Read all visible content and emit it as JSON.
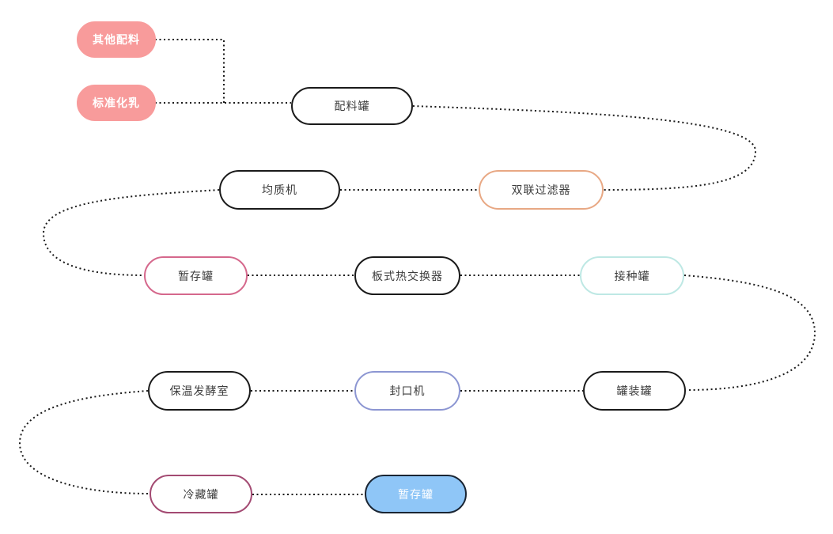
{
  "diagram": {
    "type": "process-flowchart",
    "line_color": "#1a1a1a",
    "line_style": "dotted",
    "nodes": [
      {
        "id": "other-ingredients",
        "label": "其他配料",
        "fill": "#F89B9B",
        "border": "#F89B9B",
        "text_color": "#ffffff",
        "bold": true
      },
      {
        "id": "standardized-milk",
        "label": "标准化乳",
        "fill": "#F89B9B",
        "border": "#F89B9B",
        "text_color": "#ffffff",
        "bold": true
      },
      {
        "id": "batching-tank",
        "label": "配料罐",
        "fill": "#ffffff",
        "border": "#1A1A1A",
        "text_color": "#3D3D3D",
        "bold": false
      },
      {
        "id": "homogenizer",
        "label": "均质机",
        "fill": "#ffffff",
        "border": "#1A1A1A",
        "text_color": "#3D3D3D",
        "bold": false
      },
      {
        "id": "duplex-filter",
        "label": "双联过滤器",
        "fill": "#ffffff",
        "border": "#E8A884",
        "text_color": "#3D3D3D",
        "bold": false
      },
      {
        "id": "buffer-tank-1",
        "label": "暂存罐",
        "fill": "#ffffff",
        "border": "#D5688C",
        "text_color": "#3D3D3D",
        "bold": false
      },
      {
        "id": "plate-heat-exchanger",
        "label": "板式热交换器",
        "fill": "#ffffff",
        "border": "#1A1A1A",
        "text_color": "#3D3D3D",
        "bold": false
      },
      {
        "id": "inoculation-tank",
        "label": "接种罐",
        "fill": "#ffffff",
        "border": "#BEE8E4",
        "text_color": "#3D3D3D",
        "bold": false
      },
      {
        "id": "fermentation-room",
        "label": "保温发酵室",
        "fill": "#ffffff",
        "border": "#1A1A1A",
        "text_color": "#3D3D3D",
        "bold": false
      },
      {
        "id": "sealing-machine",
        "label": "封口机",
        "fill": "#ffffff",
        "border": "#8C96D2",
        "text_color": "#3D3D3D",
        "bold": false
      },
      {
        "id": "filling-tank",
        "label": "罐装罐",
        "fill": "#ffffff",
        "border": "#1A1A1A",
        "text_color": "#3D3D3D",
        "bold": false
      },
      {
        "id": "cold-storage-tank",
        "label": "冷藏罐",
        "fill": "#ffffff",
        "border": "#A34A72",
        "text_color": "#3D3D3D",
        "bold": false
      },
      {
        "id": "buffer-tank-2",
        "label": "暂存罐",
        "fill": "#8FC6F7",
        "border": "#1A2533",
        "text_color": "#ffffff",
        "bold": false
      }
    ],
    "connections": [
      {
        "from": "other-ingredients",
        "to": "batching-tank"
      },
      {
        "from": "standardized-milk",
        "to": "batching-tank"
      },
      {
        "from": "batching-tank",
        "to": "duplex-filter"
      },
      {
        "from": "duplex-filter",
        "to": "homogenizer"
      },
      {
        "from": "homogenizer",
        "to": "buffer-tank-1"
      },
      {
        "from": "buffer-tank-1",
        "to": "plate-heat-exchanger"
      },
      {
        "from": "plate-heat-exchanger",
        "to": "inoculation-tank"
      },
      {
        "from": "inoculation-tank",
        "to": "filling-tank"
      },
      {
        "from": "filling-tank",
        "to": "sealing-machine"
      },
      {
        "from": "sealing-machine",
        "to": "fermentation-room"
      },
      {
        "from": "fermentation-room",
        "to": "cold-storage-tank"
      },
      {
        "from": "cold-storage-tank",
        "to": "buffer-tank-2"
      }
    ]
  }
}
